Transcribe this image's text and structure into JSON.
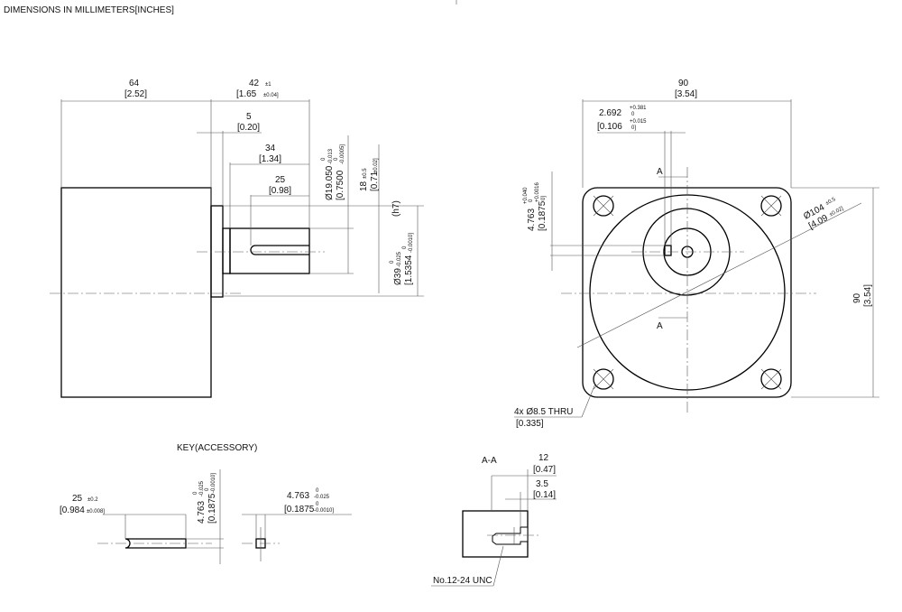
{
  "title": "DIMENSIONS IN MILLIMETERS[INCHES]",
  "side_view": {
    "length_body": "64",
    "length_body_in": "[2.52]",
    "length_shaft": "42",
    "length_shaft_tol": "±1",
    "length_shaft_in": "[1.65",
    "length_shaft_in_tol": "±0.04]",
    "pilot_len": "5",
    "pilot_len_in": "[0.20]",
    "shaft_34": "34",
    "shaft_34_in": "[1.34]",
    "key_25": "25",
    "key_25_in": "[0.98]",
    "shaft_dia": "Ø19.050",
    "shaft_dia_tol_u": "0",
    "shaft_dia_tol_l": "-0.013",
    "shaft_dia_in": "[0.7500",
    "shaft_dia_in_tol_u": "0",
    "shaft_dia_in_tol_l": "-0.0005]",
    "key_h": "18",
    "key_h_tol": "±0.5",
    "key_h_in": "[0.71",
    "key_h_in_tol": "±0.02]",
    "pilot_dia": "Ø39",
    "pilot_dia_tol_u": "0",
    "pilot_dia_tol_l": "-0.025",
    "pilot_fit": "(h7)",
    "pilot_dia_in": "[1.5354",
    "pilot_dia_in_tol_u": "0",
    "pilot_dia_in_tol_l": "-0.0010]"
  },
  "front_view": {
    "width": "90",
    "width_in": "[3.54]",
    "key_off": "2.692",
    "key_off_tol_u": "+0.381",
    "key_off_tol_l": "0",
    "key_off_in": "[0.106",
    "key_off_in_tol_u": "+0.015",
    "key_off_in_tol_l": "0]",
    "key_w": "4.763",
    "key_w_tol_u": "+0.040",
    "key_w_tol_l": "0",
    "key_w_in": "[0.1875",
    "key_w_in_tol_u": "+0.0016",
    "key_w_in_tol_l": "0]",
    "section_mark": "A",
    "pcd": "Ø104",
    "pcd_tol": "±0.5",
    "pcd_in": "[4.09",
    "pcd_in_tol": "±0.02]",
    "height": "90",
    "height_in": "[3.54]",
    "holes": "4x Ø8.5  THRU",
    "holes_in": "[0.335]"
  },
  "key": {
    "title": "KEY(ACCESSORY)",
    "len": "25",
    "len_tol": "±0.2",
    "len_in": "[0.984",
    "len_in_tol": "±0.008]",
    "h": "4.763",
    "h_tol_u": "0",
    "h_tol_l": "-0.025",
    "h_in": "[0.1875",
    "h_in_tol_u": "0",
    "h_in_tol_l": "-0.0010]",
    "w": "4.763",
    "w_tol_u": "0",
    "w_tol_l": "-0.025",
    "w_in": "[0.1875",
    "w_in_tol_u": "0",
    "w_in_tol_l": "-0.0010]"
  },
  "section": {
    "title": "A-A",
    "depth": "12",
    "depth_in": "[0.47]",
    "cb": "3.5",
    "cb_in": "[0.14]",
    "thread": "No.12-24 UNC"
  }
}
